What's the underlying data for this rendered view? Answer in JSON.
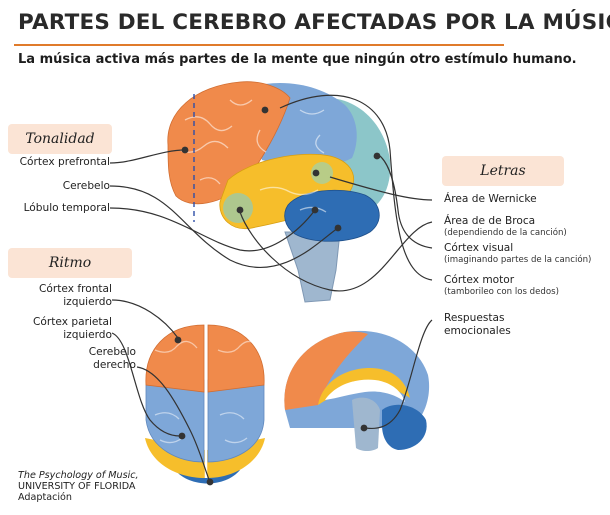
{
  "title": "PARTES DEL CEREBRO AFECTADAS POR LA MÚSICA",
  "subtitle": "La música activa más partes de la mente que ningún otro estímulo humano.",
  "groups": {
    "tonalidad": {
      "heading": "Tonalidad",
      "items": [
        "Córtex prefrontal",
        "Cerebelo",
        "Lóbulo temporal"
      ]
    },
    "ritmo": {
      "heading": "Ritmo",
      "items": [
        {
          "line1": "Córtex frontal",
          "line2": "izquierdo"
        },
        {
          "line1": "Córtex parietal",
          "line2": "izquierdo"
        },
        {
          "line1": "Cerebelo",
          "line2": "derecho"
        }
      ]
    },
    "letras": {
      "heading": "Letras",
      "items": [
        {
          "label": "Área de Wernicke",
          "note": ""
        },
        {
          "label": "Área de de Broca",
          "note": "(dependiendo de la canción)"
        },
        {
          "label": "Córtex visual",
          "note": "(imaginando partes de la canción)"
        },
        {
          "label": "Córtex motor",
          "note": "(tamborileo con los dedos)"
        }
      ]
    },
    "respuestas": {
      "line1": "Respuestas",
      "line2": "emocionales"
    }
  },
  "credit": {
    "source_title": "The Psychology of Music,",
    "source_org": "UNIVERSITY OF FLORIDA",
    "note": "Adaptación"
  },
  "colors": {
    "frontal": "#f08a4b",
    "parietal": "#7ea7d8",
    "occipital": "#8cc6c9",
    "temporal": "#f6be2b",
    "cerebellum": "#2e6db4",
    "stem": "#9fb7cf",
    "accent": "#e07b2b",
    "tag_bg": "#fbe4d5",
    "pointer": "#333333"
  }
}
